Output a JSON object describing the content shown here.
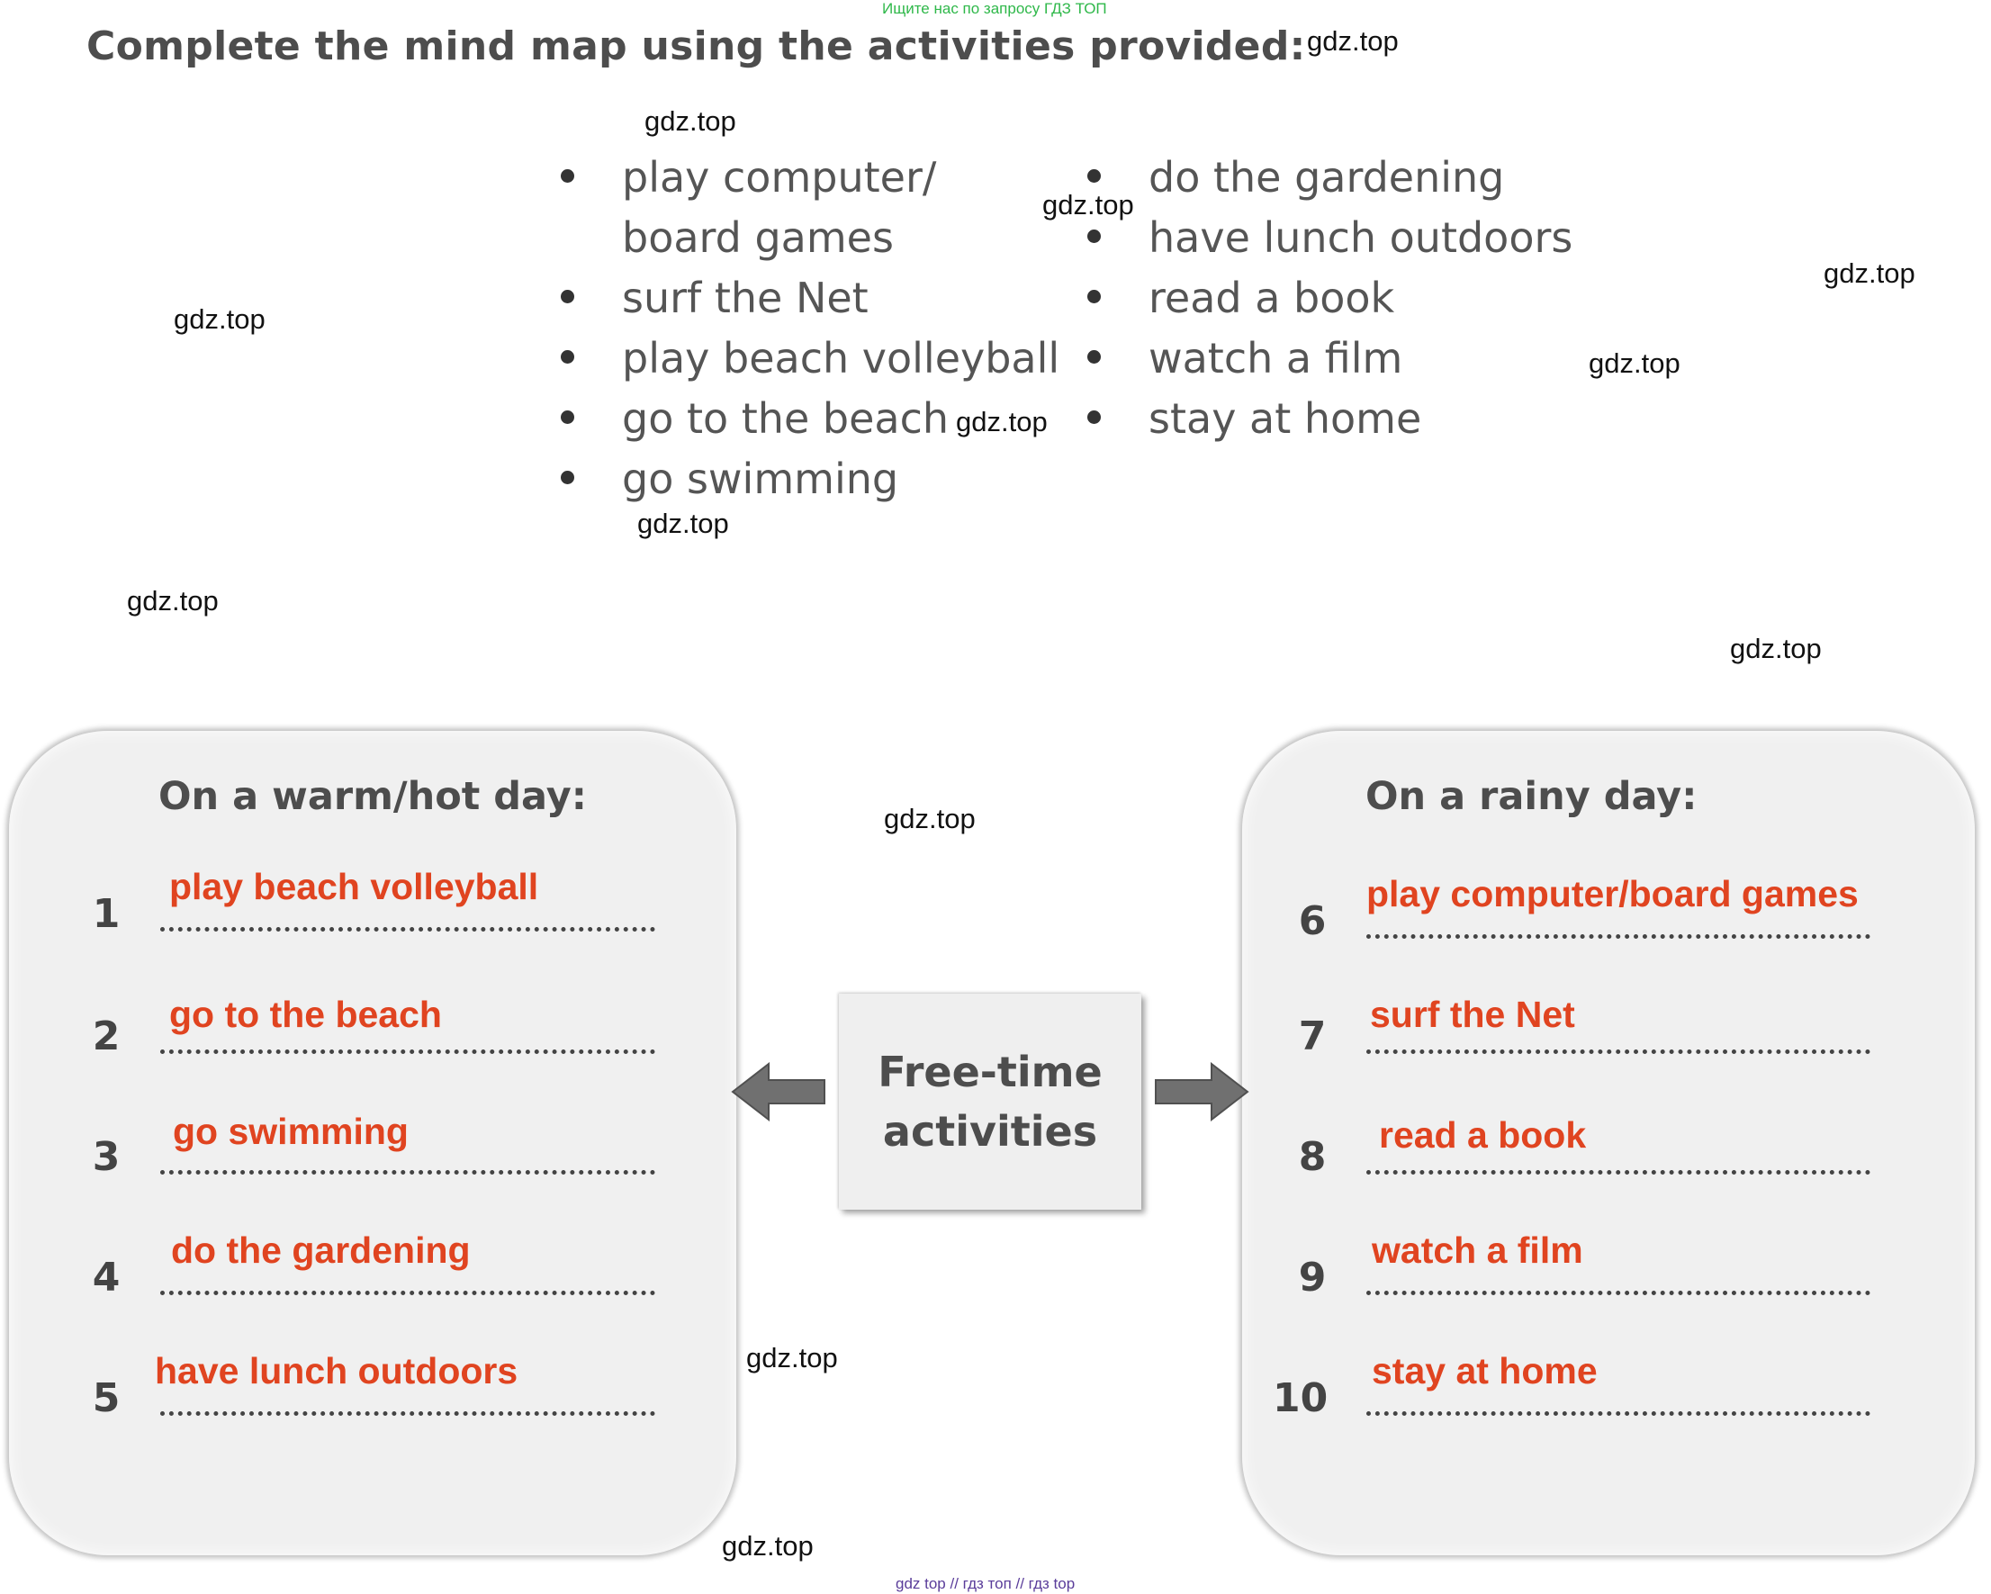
{
  "top_note": "Ищите нас по запросу ГДЗ ТОП",
  "instruction": "Complete the mind map using the activities provided:",
  "watermark": "gdz.top",
  "activities_left": [
    "play computer/",
    "board games",
    "surf the Net",
    "play beach volleyball",
    "go to the beach",
    "go swimming"
  ],
  "activities_right": [
    "do the gardening",
    "have lunch outdoors",
    "read a book",
    "watch a film",
    "stay at home"
  ],
  "center": {
    "line1": "Free-time",
    "line2": "activities"
  },
  "warm_panel": {
    "title": "On a warm/hot day:",
    "rows": [
      {
        "num": "1",
        "answer": "play beach volleyball"
      },
      {
        "num": "2",
        "answer": "go to the beach"
      },
      {
        "num": "3",
        "answer": "go swimming"
      },
      {
        "num": "4",
        "answer": "do the gardening"
      },
      {
        "num": "5",
        "answer": "have lunch outdoors"
      }
    ]
  },
  "rainy_panel": {
    "title": "On a rainy day:",
    "rows": [
      {
        "num": "6",
        "answer": "play computer/board games"
      },
      {
        "num": "7",
        "answer": "surf the Net"
      },
      {
        "num": "8",
        "answer": "read a book"
      },
      {
        "num": "9",
        "answer": "watch a film"
      },
      {
        "num": "10",
        "answer": "stay at home"
      }
    ]
  },
  "bottom_note": "gdz top  //  гдз топ  //  гдз top"
}
